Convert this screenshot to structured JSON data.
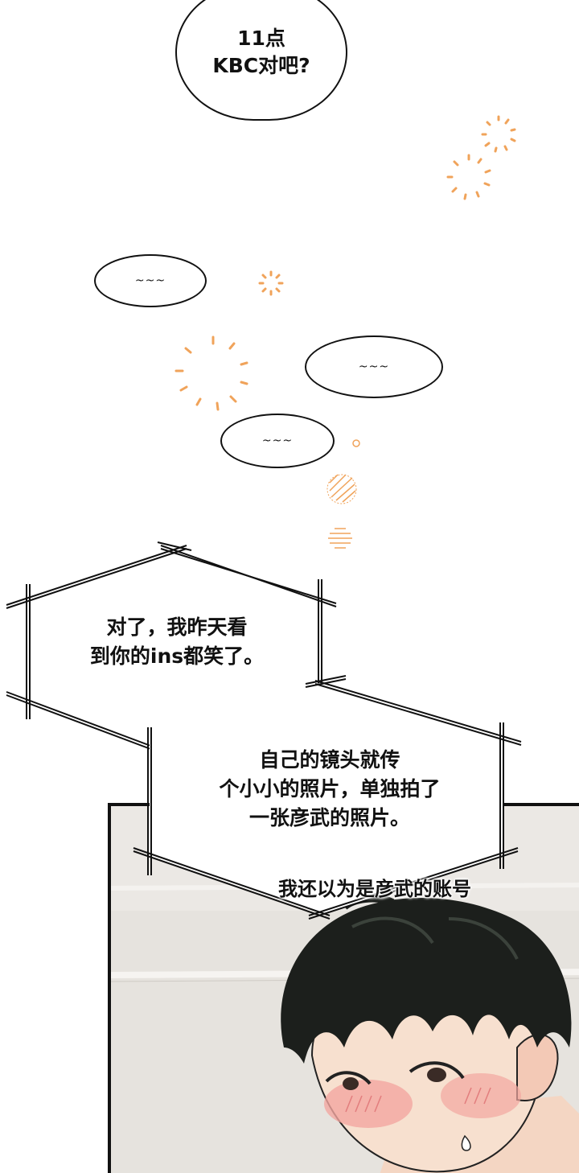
{
  "top_speech": {
    "line1": "11点",
    "line2": "KBC对吧?"
  },
  "murmurs": [
    "~~~",
    "~~~",
    "~~~"
  ],
  "hex_bubble_1": {
    "line1": "对了，我昨天看",
    "line2": "到你的ins都笑了。"
  },
  "hex_bubble_2": {
    "line1": "自己的镜头就传",
    "line2": "个小小的照片，单独拍了",
    "line3": "一张彦武的照片。"
  },
  "caption": "我还以为是彦武的账号",
  "colors": {
    "ink": "#111111",
    "accent_orange": "#f0a35a",
    "blush": "#f2a6a0",
    "hair": "#1c1f1c",
    "skin": "#f7e0cf"
  }
}
